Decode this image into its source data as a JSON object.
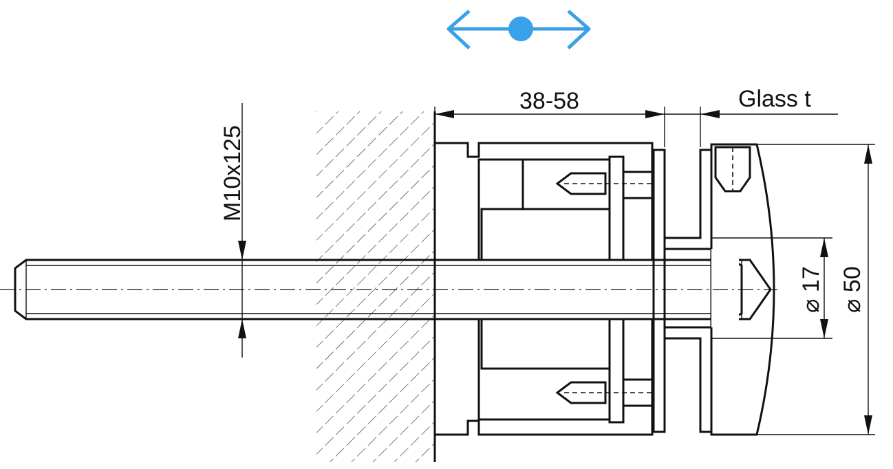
{
  "drawing": {
    "dimensions": {
      "thread": "M10x125",
      "length_range": "38-58",
      "glass_thickness": "Glass t",
      "inner_diameter": "⌀ 17",
      "outer_diameter": "⌀ 50"
    },
    "colors": {
      "line": "#111111",
      "adjust_arrow": "#3aa0e8",
      "gasket_fill": "#e9e9e9"
    },
    "icons": {
      "adjustment_indicator": "double-arrow-with-dot-icon"
    }
  }
}
